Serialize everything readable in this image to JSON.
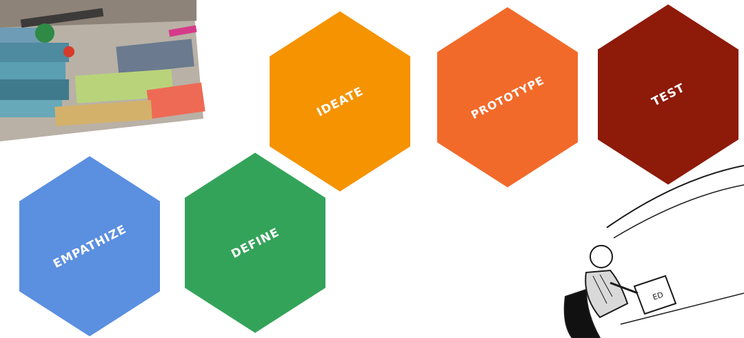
{
  "diagram": {
    "steps": [
      {
        "label": "EMPATHIZE",
        "color": "#5b8fe0"
      },
      {
        "label": "DEFINE",
        "color": "#34a35a"
      },
      {
        "label": "IDEATE",
        "color": "#f59300"
      },
      {
        "label": "PROTOTYPE",
        "color": "#f26a2a"
      },
      {
        "label": "TEST",
        "color": "#8e1a0a"
      }
    ],
    "illustration": {
      "sketch_label": "ED"
    }
  }
}
